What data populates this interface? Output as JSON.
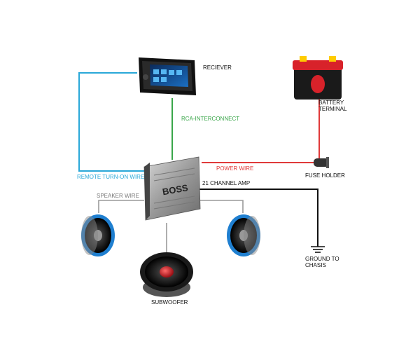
{
  "labels": {
    "receiver": "RECIEVER",
    "battery_terminal_line1": "BATTERY",
    "battery_terminal_line2": "TERMINAL",
    "rca_interconnect": "RCA-INTERCONNECT",
    "power_wire": "POWER WIRE",
    "remote_turn_on_wire": "REMOTE TURN-ON WIRE",
    "fuse_holder": "FUSE HOLDER",
    "channel_amp": "21 CHANNEL AMP",
    "speaker_wire": "SPEAKER WIRE",
    "ground_line1": "GROUND TO",
    "ground_line2": "CHASIS",
    "subwoofer": "SUBWOOFER",
    "amp_brand": "BOSS"
  },
  "colors": {
    "remote_wire": "#2aa8d8",
    "rca_wire": "#3aa64a",
    "power_wire": "#e03a3a",
    "speaker_wire": "#9a9a9a",
    "ground_wire": "#111111",
    "battery_red": "#d8222a",
    "speaker_blue": "#1f7fd0",
    "sub_red": "#c8161d"
  }
}
